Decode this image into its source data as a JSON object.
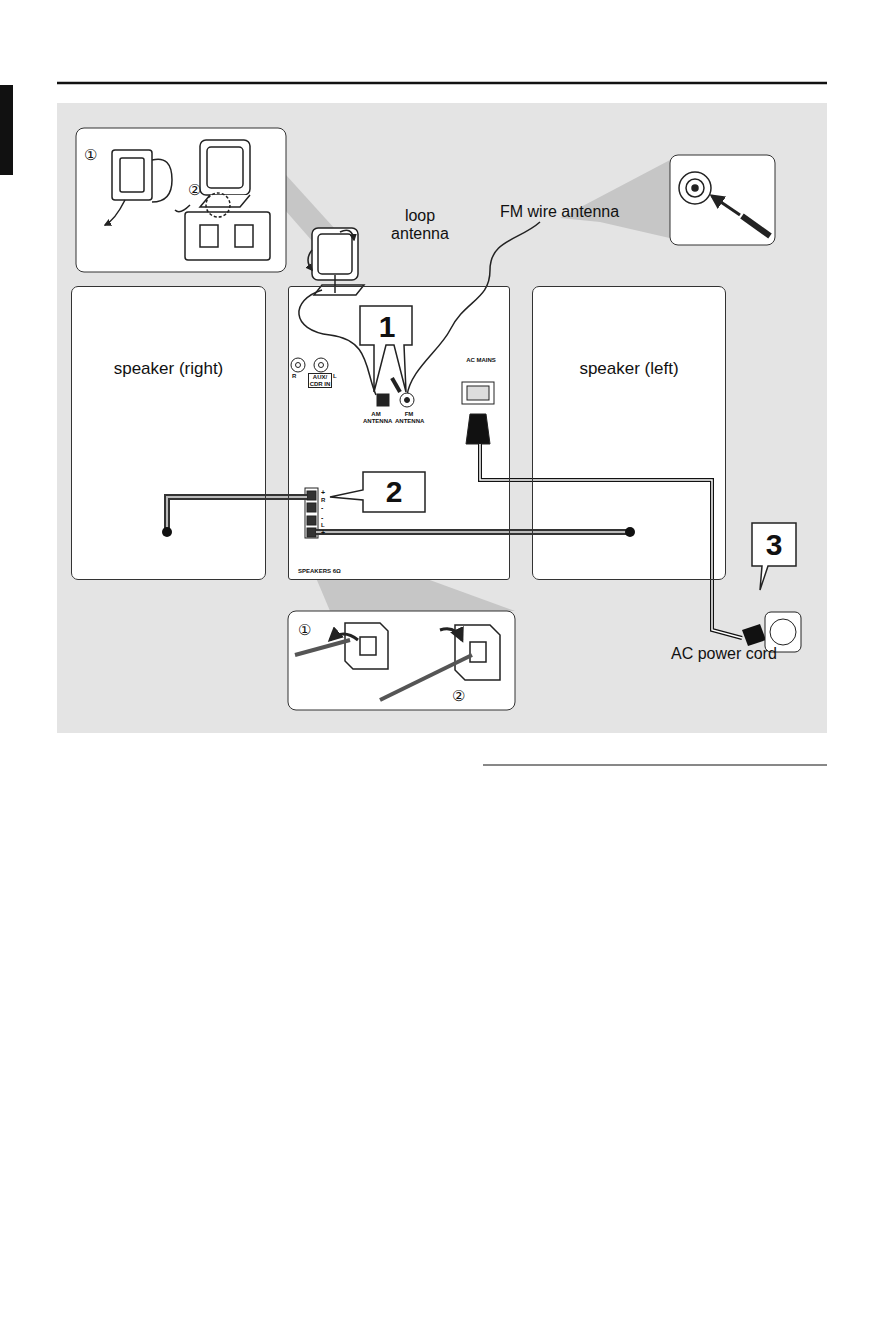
{
  "diagram": {
    "nodes": [
      {
        "text": [
          "speaker (right)"
        ]
      },
      {
        "text": [
          "AC MAINS",
          "AM ANTENNA",
          "FM ANTENNA",
          "AUX/ CDR IN",
          "SPEAKERS 6Ω"
        ]
      },
      {
        "text": [
          "1"
        ],
        "in": 1
      },
      {
        "text": [
          "speaker (left)"
        ]
      },
      {
        "text": [
          "2"
        ]
      },
      {
        "text": [
          "3"
        ]
      }
    ],
    "edges": [
      {
        "from": 0,
        "to": 1,
        "arrow": "none"
      },
      {
        "from": 1,
        "to": 3,
        "arrow": "none"
      }
    ],
    "labels": [
      "loop antenna",
      "FM wire antenna",
      "AC power cord",
      "①",
      "②",
      "①",
      "②",
      "R",
      "L",
      "+",
      "R",
      "-",
      "-",
      "L",
      "+"
    ]
  }
}
